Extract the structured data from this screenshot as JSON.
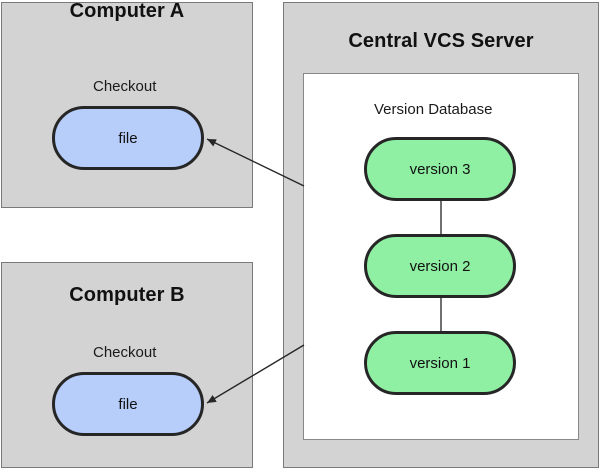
{
  "computer_a": {
    "title": "Computer A",
    "checkout_label": "Checkout",
    "file_label": "file"
  },
  "computer_b": {
    "title": "Computer B",
    "checkout_label": "Checkout",
    "file_label": "file"
  },
  "server": {
    "title": "Central VCS Server",
    "database_label": "Version Database",
    "versions": [
      "version 3",
      "version 2",
      "version 1"
    ]
  },
  "colors": {
    "panel_fill": "#d3d3d3",
    "file_fill": "#b7cdfa",
    "version_fill": "#8ff0a4",
    "outline": "#262626"
  }
}
